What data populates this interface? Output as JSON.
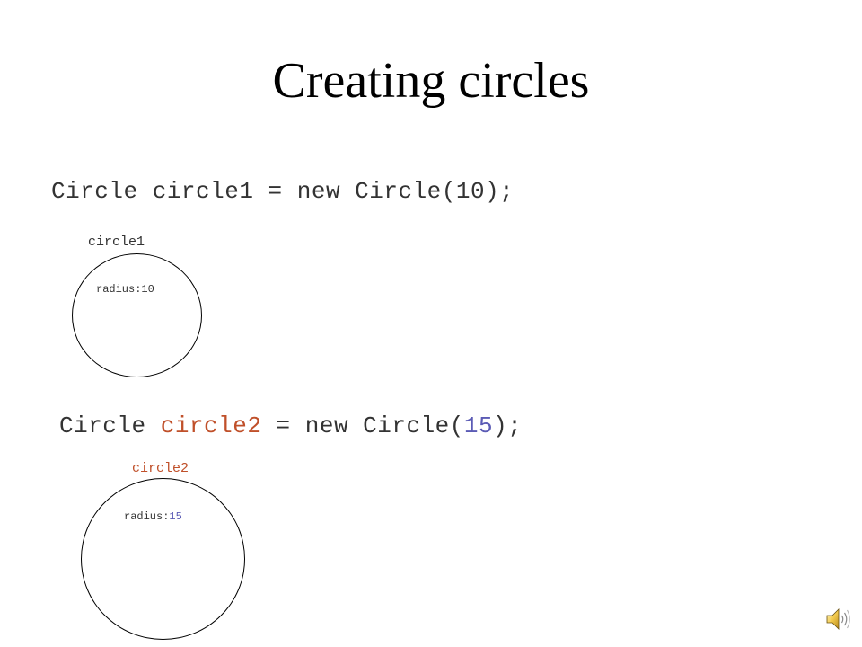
{
  "slide": {
    "title": "Creating circles"
  },
  "statement1": {
    "code": "Circle circle1 = new Circle(10);"
  },
  "object1": {
    "name": "circle1",
    "field": "radius:10"
  },
  "statement2": {
    "prefix": "Circle ",
    "variable": "circle2",
    "middle": " = new Circle(",
    "argument": "15",
    "suffix": ");"
  },
  "object2": {
    "name": "circle2",
    "field_name": "radius:",
    "field_value": "15"
  },
  "colors": {
    "text": "#333333",
    "variable_highlight": "#c0502a",
    "value_highlight": "#5b5bb5"
  },
  "icons": {
    "audio": "speaker-icon"
  }
}
